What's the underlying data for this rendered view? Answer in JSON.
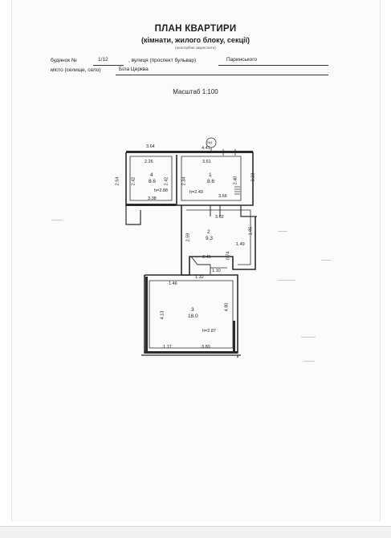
{
  "header": {
    "title": "ПЛАН КВАРТИРИ",
    "subtitle": "(кімнати, жилого блоку, секції)",
    "note": "(непотрібне закреслити)"
  },
  "address": {
    "house_label": "будинок №",
    "house_value": "1/12",
    "street_label": ", вулиця (проспект бульвар)",
    "street_value": "Паринського",
    "city_label": "місто (селище, село)",
    "city_value": "Біла Церква"
  },
  "scale": "Масштаб 1:100",
  "plan": {
    "dimensions": {
      "top_left": "3.64",
      "top_right": "4.41",
      "room4_top": "2.26",
      "room1_top": "3.61",
      "left_outer": "2.54",
      "room4_left": "2.42",
      "room4_right": "2.42",
      "room1_left": "2.34",
      "room1_right": "2.40",
      "right_outer": "2.23",
      "room4_bottom": "3.38",
      "room1_bottom": "3.66",
      "corridor_top": "3.02",
      "corridor_left": "2.59",
      "corridor_right": "1.95",
      "corridor_inner": "1.49",
      "stair_top": "2.46",
      "stair_side": "0.74",
      "stair_small": "1.10",
      "stair_bottom": "1.32",
      "room3_top": "1.46",
      "room3_left": "4.13",
      "room3_right": "4.80",
      "room3_bottom_left": "1.17",
      "room3_bottom_right": "3.80"
    },
    "rooms": [
      {
        "number": "4",
        "area": "8.6",
        "height": "h=2.88"
      },
      {
        "number": "1",
        "area": "8.6",
        "height": "h=2.49"
      },
      {
        "number": "2",
        "area": "9.3",
        "height": ""
      },
      {
        "number": "3",
        "area": "18.0",
        "height": "h=2.87"
      }
    ],
    "marker": "№1"
  }
}
